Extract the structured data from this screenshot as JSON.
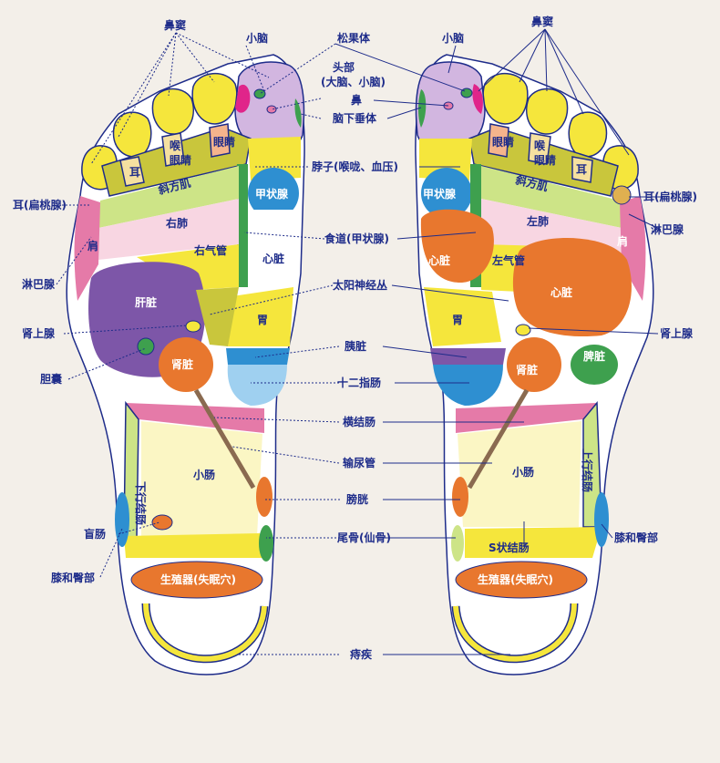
{
  "left_foot": {
    "ear": "耳",
    "throat": "喉",
    "eye_1": "眼睛",
    "eye_2": "眼睛",
    "trapezius": "斜方肌",
    "lung": "右肺",
    "bronchus": "右气管",
    "shoulder": "肩",
    "liver": "肝脏",
    "heart": "心脏",
    "stomach": "胃",
    "kidney": "肾脏",
    "descending_colon": "下行结肠",
    "small_intestine": "小肠",
    "genital": "生殖器(失眠穴)"
  },
  "right_foot": {
    "ear": "耳",
    "throat": "喉",
    "eye_1": "眼睛",
    "eye_2": "眼睛",
    "trapezius": "斜方肌",
    "lung": "左肺",
    "bronchus": "左气管",
    "shoulder": "肩",
    "heart": "心脏",
    "stomach": "胃",
    "kidney": "肾脏",
    "spleen": "脾脏",
    "ascending_colon": "上行结肠",
    "small_intestine": "小肠",
    "sigmoid_colon": "S状结肠",
    "genital": "生殖器(失眠穴)"
  },
  "callouts": {
    "sinus_left": "鼻窦",
    "sinus_right": "鼻窦",
    "cerebellum_left": "小脑",
    "cerebellum_right": "小脑",
    "pineal": "松果体",
    "head_1": "头部",
    "head_2": "(大脑、小脑)",
    "nose": "鼻",
    "pituitary": "脑下垂体",
    "neck": "脖子(喉咙、血压)",
    "esophagus": "食道(甲状腺)",
    "solar_plexus": "太阳神经丛",
    "pancreas": "胰脏",
    "duodenum": "十二指肠",
    "transverse_colon": "横结肠",
    "ureter": "输尿管",
    "bladder": "膀胱",
    "coccyx": "尾骨(仙骨)",
    "hemorrhoids": "痔疾",
    "ear_tonsil_left": "耳(扁桃腺)",
    "ear_tonsil_right": "耳(扁桃腺)",
    "lymph_left": "淋巴腺",
    "lymph_right": "淋巴腺",
    "adrenal_left": "肾上腺",
    "adrenal_right": "肾上腺",
    "gallbladder": "胆囊",
    "appendix": "盲肠",
    "knee_hip_left": "膝和臀部",
    "knee_hip_right": "膝和臀部",
    "thyroid_left": "甲状腺",
    "thyroid_right": "甲状腺"
  },
  "colors": {
    "yellow": "#f5e63c",
    "purple": "#7d56a8",
    "orange": "#e8772e",
    "lilac": "#d2b6e0",
    "pink": "#e57aa8",
    "light_pink": "#f8d6e2",
    "green": "#3ea04e",
    "blue": "#2e8fd1",
    "lime": "#cde487",
    "cream": "#fbf6c4",
    "olive": "#c9c63c",
    "light_blue": "#9fd0f0",
    "navy": "#1e2c8a"
  }
}
